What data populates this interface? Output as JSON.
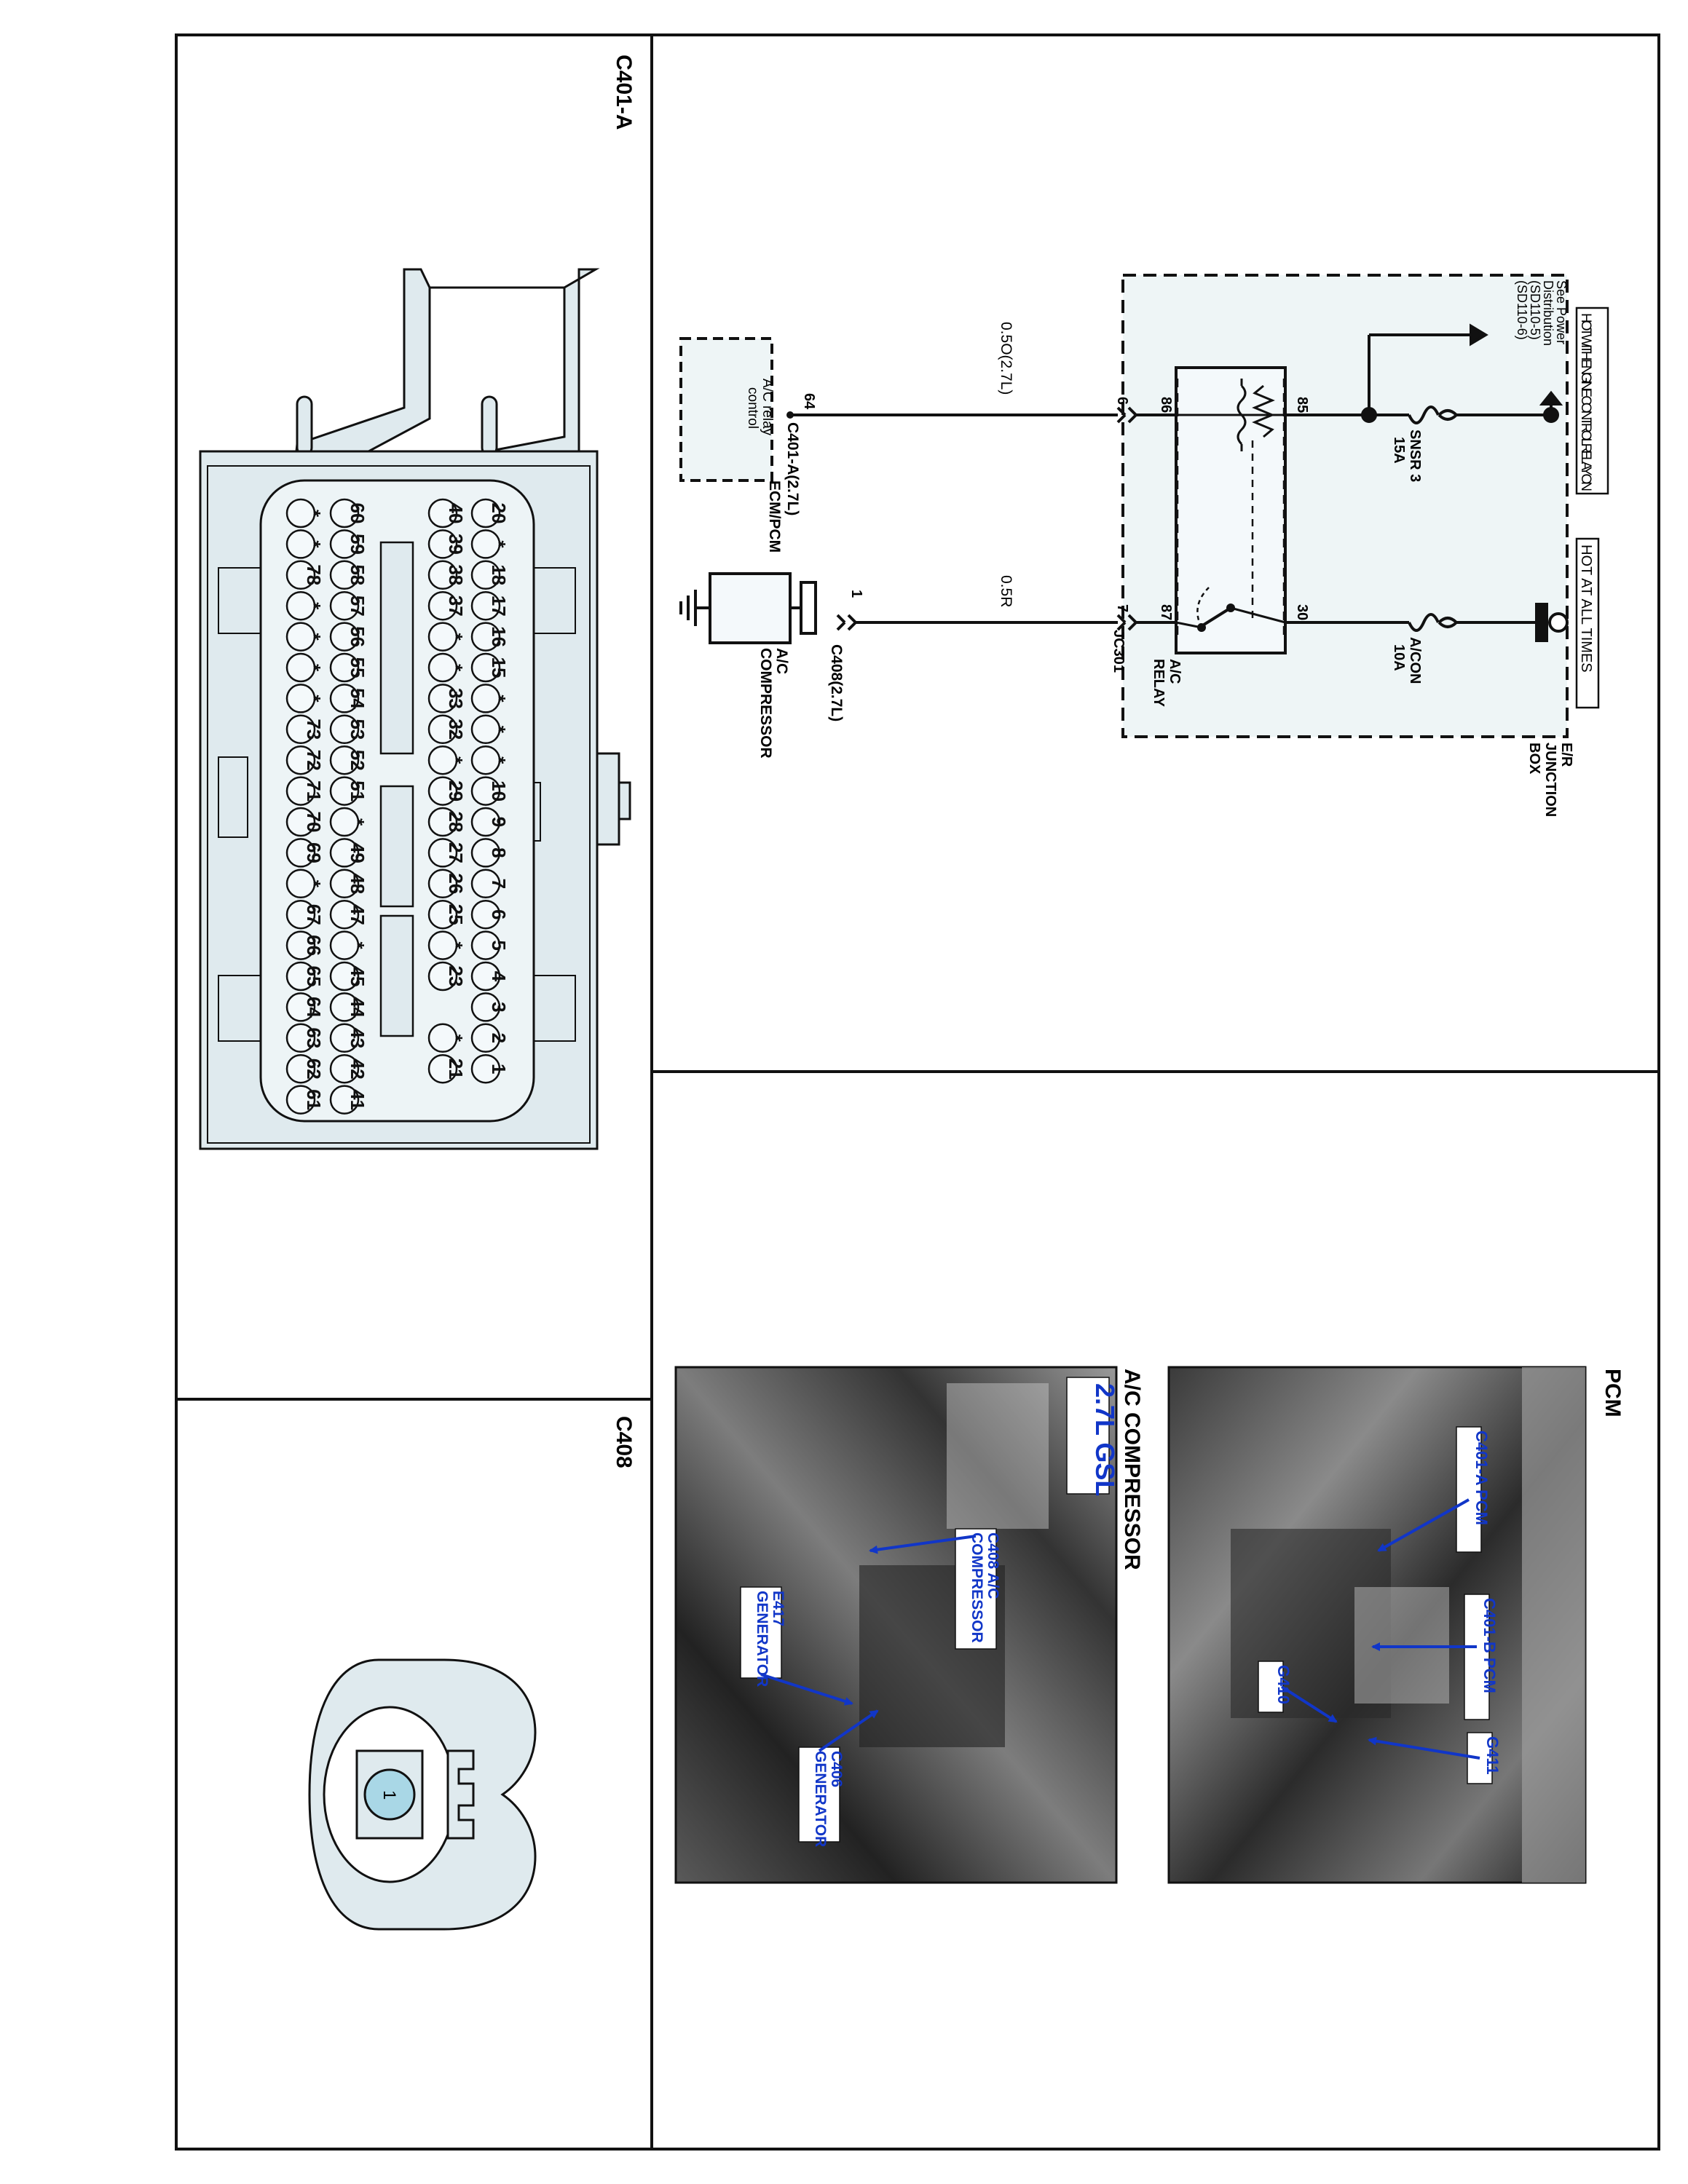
{
  "connectors": {
    "c401a": {
      "title": "C401-A",
      "rows": [
        [
          "20",
          "*",
          "18",
          "17",
          "16",
          "15",
          "*",
          "*",
          "*",
          "10",
          "9",
          "8",
          "7",
          "6",
          "5",
          "4",
          "3",
          "2",
          "1"
        ],
        [
          "40",
          "39",
          "38",
          "37",
          "*",
          "*",
          "33",
          "32",
          "*",
          "29",
          "28",
          "27",
          "26",
          "25",
          "*",
          "23",
          "*",
          "21"
        ],
        [
          "60",
          "59",
          "58",
          "57",
          "56",
          "55",
          "54",
          "53",
          "52",
          "51",
          "*",
          "49",
          "48",
          "47",
          "*",
          "45",
          "44",
          "43",
          "42",
          "41"
        ],
        [
          "*",
          "*",
          "78",
          "*",
          "*",
          "*",
          "*",
          "73",
          "72",
          "71",
          "70",
          "69",
          "*",
          "67",
          "66",
          "65",
          "64",
          "63",
          "62",
          "61"
        ]
      ],
      "highlight_pin": "64"
    },
    "c408": {
      "title": "C408",
      "pin": "1"
    }
  },
  "schematic": {
    "hot_engine_relay": "HOT WITH ENGINE CONTROL RELAY ON",
    "hot_all_times": "HOT AT ALL TIMES",
    "see_power": [
      "See Power",
      "Distribution",
      "(SD110-5)",
      "(SD110-6)"
    ],
    "fuse_snsr": [
      "SNSR 3",
      "15A"
    ],
    "fuse_acon": [
      "A/CON",
      "10A"
    ],
    "junction_box": [
      "E/R",
      "JUNCTION",
      "BOX"
    ],
    "relay_name": [
      "A/C",
      "RELAY"
    ],
    "relay_pins": {
      "p85": "85",
      "p86": "86",
      "p30": "30",
      "p87": "87"
    },
    "terminal_6": "6",
    "terminal_7": "7",
    "jc301": "JC301",
    "wire_1": "0.5O(2.7L)",
    "wire_2": "0.5R",
    "pin_64": "64",
    "c401_ecm": "C401-A(2.7L)",
    "ecm_pcm": "ECM/PCM",
    "ecm_control": [
      "A/C relay",
      "control"
    ],
    "pin_1": "1",
    "c408_label": "C408(2.7L)",
    "compressor": [
      "A/C",
      "COMPRESSOR"
    ]
  },
  "photos": {
    "pcm_title": "PCM",
    "pcm_callouts": {
      "c401a": "C401-A PCM",
      "c401b": "C401-B PCM",
      "g410": "G410",
      "g411": "G411"
    },
    "comp_title": "A/C COMPRESSOR",
    "comp_badge": "2.7L GSL",
    "comp_callouts": {
      "c408": [
        "C408 A/C",
        "COMPRESSOR"
      ],
      "e417": [
        "E417",
        "GENERATOR"
      ],
      "c406": [
        "C406",
        "GENERATOR"
      ]
    }
  },
  "colors": {
    "connector_fill": "#dfeaee",
    "box_fill": "#eef5f6",
    "highlight_pin": "#a9d7e6",
    "callout_blue": "#1136c8"
  }
}
